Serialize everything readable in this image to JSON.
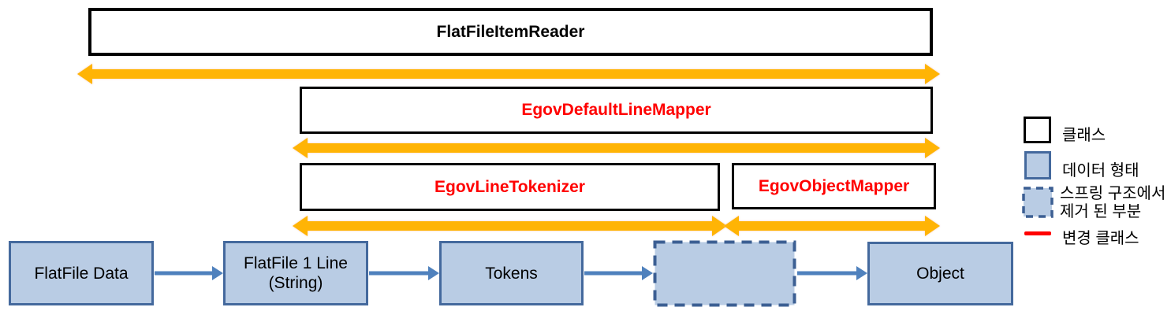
{
  "boxes": {
    "reader": "FlatFileItemReader",
    "line_mapper": "EgovDefaultLineMapper",
    "tokenizer": "EgovLineTokenizer",
    "object_mapper": "EgovObjectMapper"
  },
  "nodes": {
    "flatfile_data": "FlatFile Data",
    "flatfile_line": "FlatFile 1 Line",
    "flatfile_line_sub": "(String)",
    "tokens": "Tokens",
    "object": "Object"
  },
  "legend": {
    "class_label": "클래스",
    "data_label": "데이터 형태",
    "removed_label_line1": "스프링 구조에서",
    "removed_label_line2": "제거 된 부분",
    "changed_label": "변경 클래스"
  },
  "colors": {
    "highlight_text": "#ff0000",
    "node_fill": "#b9cce4",
    "node_border": "#44699d",
    "span_arrow": "#ffb405",
    "flow_arrow": "#4f81bd",
    "changed_line": "#ff0000"
  }
}
